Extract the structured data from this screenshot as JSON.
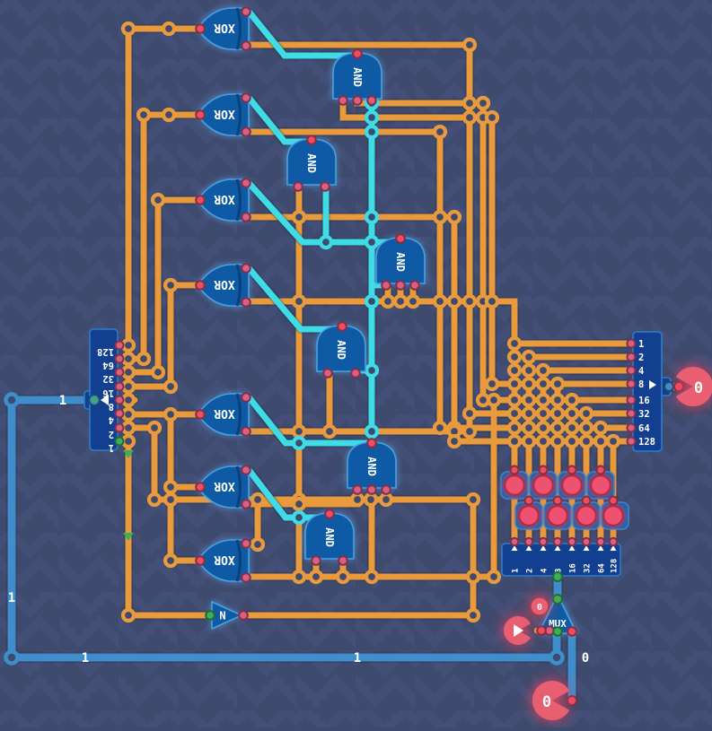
{
  "labels": {
    "xor": "XOR",
    "and": "AND",
    "not": "N",
    "mux": "MUX"
  },
  "splitter": {
    "bits": [
      "128",
      "64",
      "32",
      "16",
      "8",
      "4",
      "2",
      "1"
    ]
  },
  "output_register": {
    "bits": [
      "1",
      "2",
      "4",
      "8",
      "16",
      "32",
      "64",
      "128"
    ],
    "value": "0"
  },
  "switch_panel": {
    "bits": [
      "1",
      "2",
      "4",
      "8",
      "16",
      "32",
      "64",
      "128"
    ]
  },
  "wire_values": {
    "top": "1",
    "left": "1",
    "bottom_left": "1",
    "bottom_mid": "1",
    "result": "0"
  },
  "mux": {
    "indicator": "0"
  },
  "bottom_output": {
    "value": "0"
  },
  "colors": {
    "background": "#3e4a6e",
    "wire_bit": "#e89a3c",
    "wire_active": "#3edde6",
    "wire_byte": "#3f8ecb",
    "gate_fill": "#0e5aa4",
    "component_fill": "#123f8f",
    "io_red": "#e85f72",
    "pin_pink": "#d9607f",
    "pin_green": "#3fae57"
  }
}
